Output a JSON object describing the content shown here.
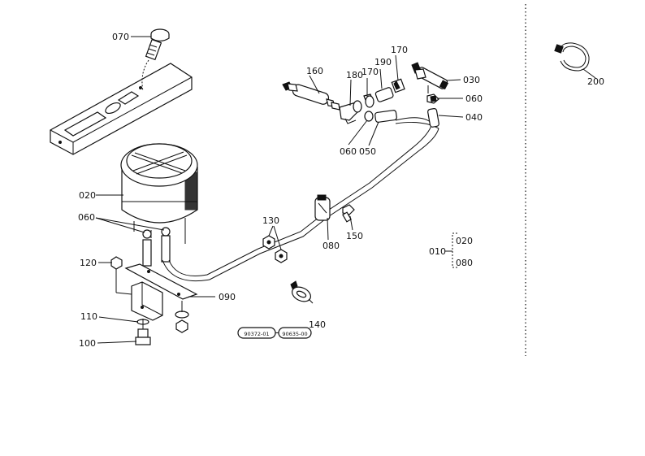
{
  "labels": {
    "p070": "070",
    "p020": "020",
    "p060a": "060",
    "p120": "120",
    "p110": "110",
    "p100": "100",
    "p130": "130",
    "p080a": "080",
    "p150": "150",
    "p090": "090",
    "p140": "140",
    "p160": "160",
    "p180": "180",
    "p170a": "170",
    "p190": "190",
    "p170b": "170",
    "p030": "030",
    "p060b": "060",
    "p040": "040",
    "p060c": "060",
    "p050": "050",
    "p200": "200",
    "p010": "010",
    "p020b": "020",
    "p080b": "080"
  },
  "references": {
    "ref1": "90372-01",
    "ref2": "90635-00"
  }
}
